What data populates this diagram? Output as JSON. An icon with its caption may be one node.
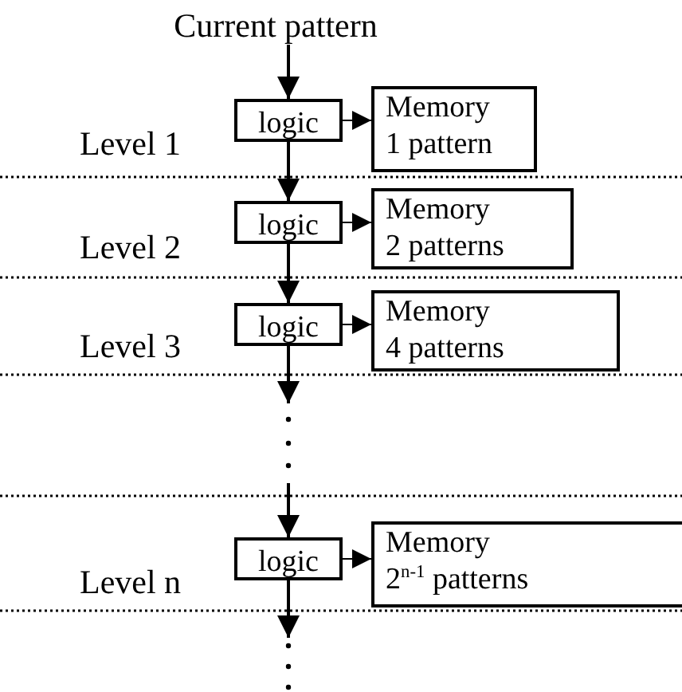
{
  "diagram": {
    "nodes": [
      {
        "text": [
          "Current pattern"
        ]
      },
      {
        "text": [
          "logic"
        ]
      },
      {
        "text": [
          "Memory",
          "1 pattern"
        ]
      },
      {
        "text": [
          "logic"
        ]
      },
      {
        "text": [
          "Memory",
          "2 patterns"
        ]
      },
      {
        "text": [
          "logic"
        ]
      },
      {
        "text": [
          "Memory",
          "4 patterns"
        ]
      },
      {
        "text": [
          "logic"
        ]
      },
      {
        "text": [
          "Memory",
          "2$^{n-1}$ patterns"
        ]
      }
    ],
    "edges": [
      {
        "from": 0,
        "to": 1,
        "arrow": "to"
      },
      {
        "from": 1,
        "to": 2,
        "arrow": "to"
      },
      {
        "from": 1,
        "to": 3,
        "arrow": "to"
      },
      {
        "from": 3,
        "to": 4,
        "arrow": "to"
      },
      {
        "from": 3,
        "to": 5,
        "arrow": "to"
      },
      {
        "from": 5,
        "to": 6,
        "arrow": "to"
      },
      {
        "from": 5,
        "to": null,
        "arrow": "to"
      },
      {
        "from": null,
        "to": 7,
        "arrow": "to"
      },
      {
        "from": 7,
        "to": 8,
        "arrow": "to"
      },
      {
        "from": 7,
        "to": null,
        "arrow": "to"
      }
    ],
    "labels": [
      "Level 1",
      "Level 2",
      "Level 3",
      "Level n"
    ]
  }
}
